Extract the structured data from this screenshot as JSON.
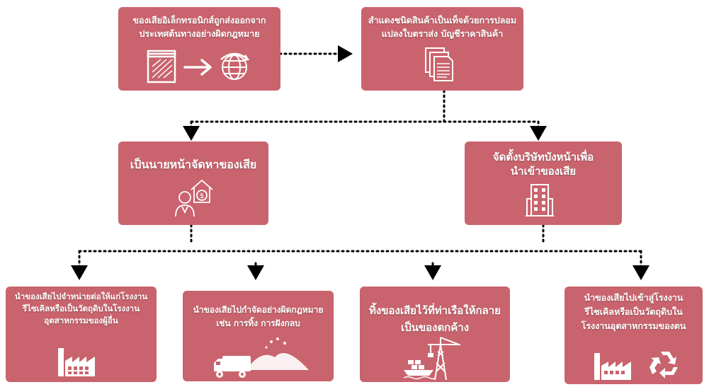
{
  "boxes": {
    "export": {
      "text": "ของเสียอิเล็กทรอนิกส์ถูกส่งออกจากประเทศต้นทางอย่างผิดกฎหมาย"
    },
    "disguise": {
      "text": "สำแดงชนิดสินค้าเป็นเท็จด้วยการปลอมแปลงใบตราส่ง บัญชีราคาสินค้า"
    },
    "broker": {
      "text": "เป็นนายหน้าจัดหาของเสีย"
    },
    "company": {
      "text": "จัดตั้งบริษัทบังหน้าเพื่อนำเข้าของเสีย"
    },
    "resell": {
      "text": "นำของเสียไปจำหน่ายต่อให้แก่โรงงานรีไซเคิลหรือเป็นวัตถุดิบในโรงงานอุตสาหกรรมของผู้อื่น"
    },
    "dispose": {
      "text": "นำของเสียไปกำจัดอย่างผิดกฎหมาย เช่น การทิ้ง การฝังกลบ"
    },
    "abandon": {
      "text": "ทิ้งของเสียไว้ที่ท่าเรือให้กลายเป็นของตกค้าง"
    },
    "own_factory": {
      "text": "นำของเสียไปเข้าสู่โรงงานรีไซเคิลหรือเป็นวัตถุดิบในโรงงานอุตสาหกรรมของตน"
    }
  },
  "icons": [
    "box-icon",
    "arrow-right-icon",
    "globe-icon",
    "documents-icon",
    "broker-person-icon",
    "house-money-icon",
    "building-icon",
    "factory-icon",
    "garbage-truck-icon",
    "landfill-icon",
    "port-crane-icon",
    "ship-icon",
    "recycle-icon"
  ],
  "colors": {
    "box": "#c9636d",
    "text": "#ffffff",
    "arrow": "#000000"
  }
}
